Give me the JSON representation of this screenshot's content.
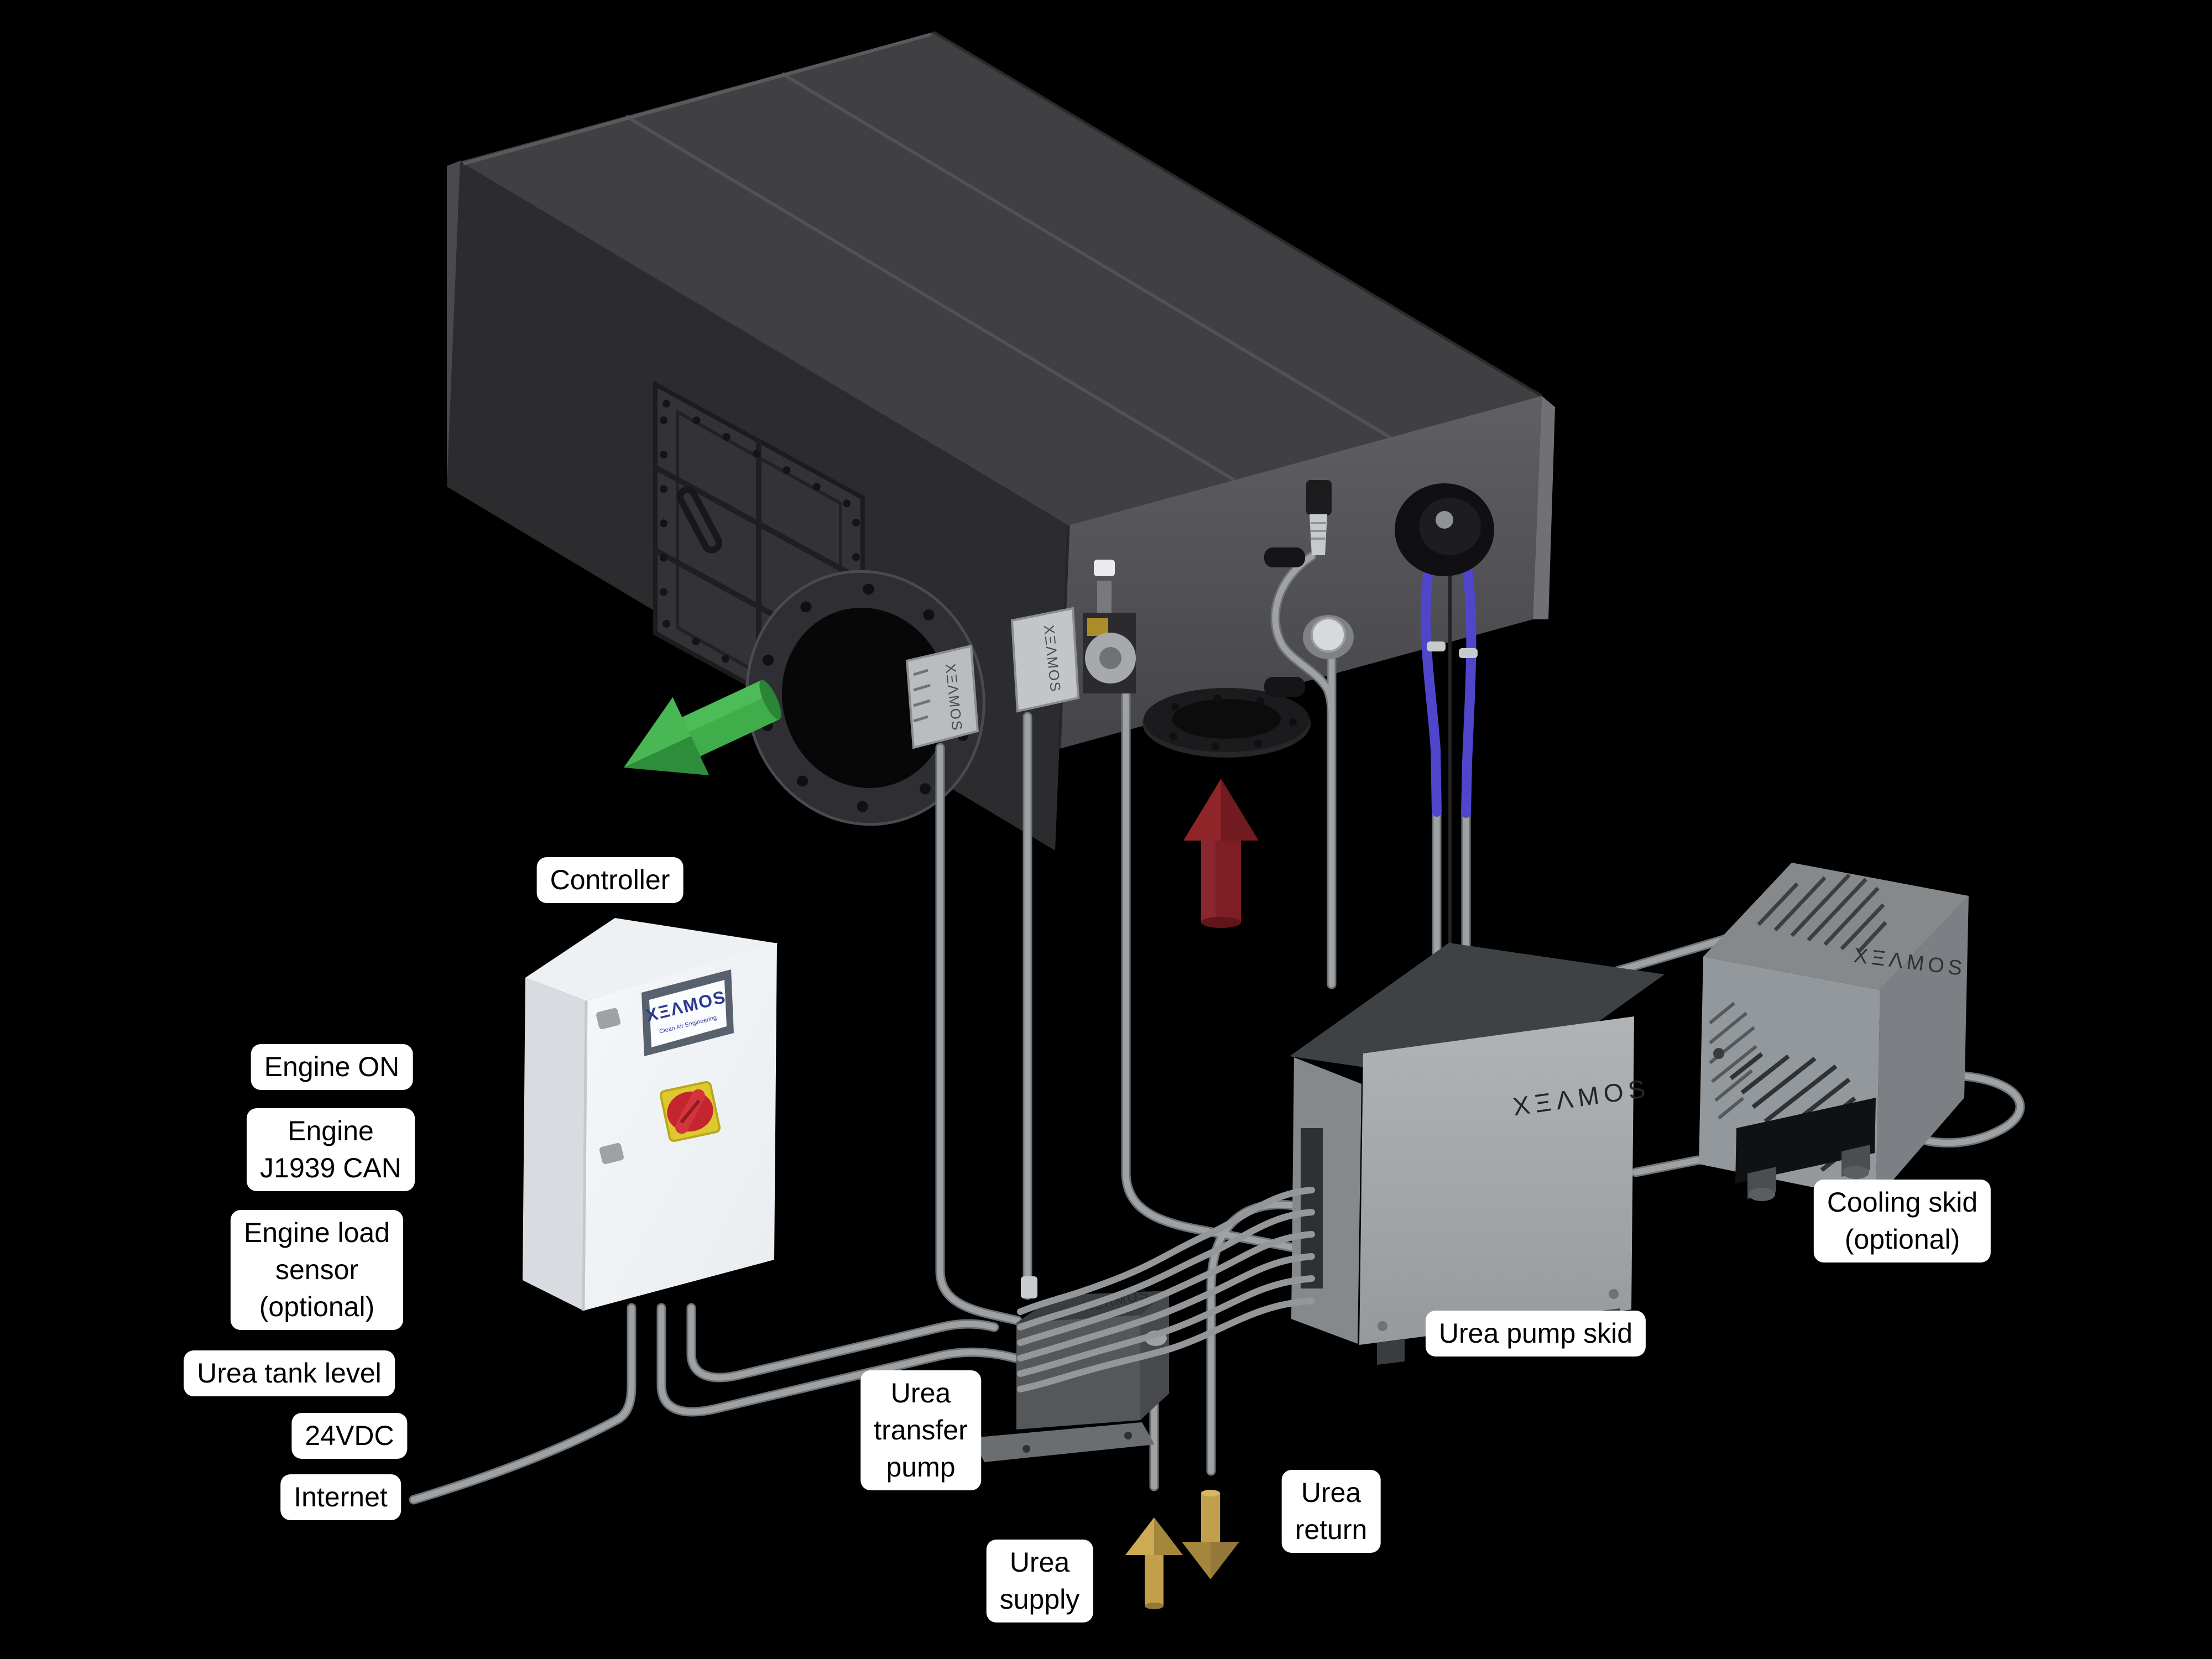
{
  "scene": {
    "background": "#000000"
  },
  "brand": {
    "logo_text": "XΞΛMOS",
    "tagline": "Clean Air Engineering"
  },
  "labels": {
    "controller": "Controller",
    "engine_on": "Engine ON",
    "engine_j1939_can": "Engine\nJ1939 CAN",
    "engine_load_sensor": "Engine load\nsensor\n(optional)",
    "urea_tank_level": "Urea tank level",
    "power_24vdc": "24VDC",
    "internet": "Internet",
    "urea_transfer_pump": "Urea\ntransfer\npump",
    "urea_supply": "Urea\nsupply",
    "urea_return": "Urea\nreturn",
    "urea_pump_skid": "Urea pump skid",
    "cooling_skid": "Cooling skid\n(optional)"
  },
  "colors": {
    "label_bg": "#ffffff",
    "label_text": "#000000",
    "exhaust_out_arrow_green": "#3fae4a",
    "exhaust_in_arrow_red": "#8a2026",
    "urea_flow_arrow_gold": "#c2a04b",
    "pipe_gray": "#94979a",
    "urea_hose_blue": "#5046cc",
    "brand_blue": "#2d3a94",
    "silencer_gray": "#404043",
    "cabinet_white": "#f2f4f6",
    "skid_gray": "#a6aaad"
  }
}
